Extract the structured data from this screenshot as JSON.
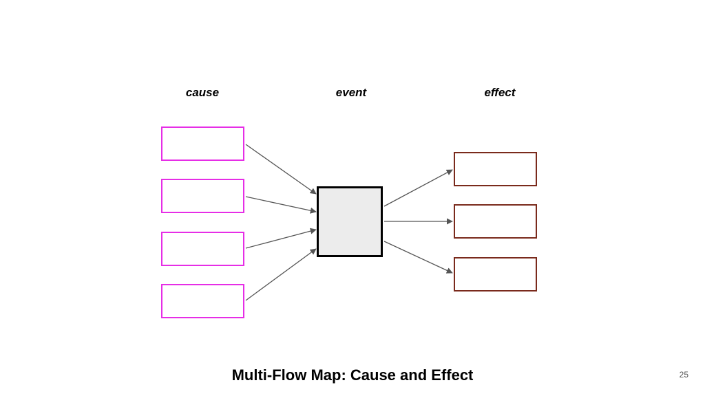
{
  "labels": {
    "cause": "cause",
    "event": "event",
    "effect": "effect"
  },
  "diagram": {
    "cause_count": 4,
    "effect_count": 3,
    "colors": {
      "cause_border": "#e62ee6",
      "effect_border": "#7a2a1c",
      "event_border": "#000000",
      "event_fill": "#ececec",
      "arrow": "#555555"
    }
  },
  "footer": {
    "title": "Multi-Flow Map:  Cause and Effect",
    "page_number": "25"
  }
}
